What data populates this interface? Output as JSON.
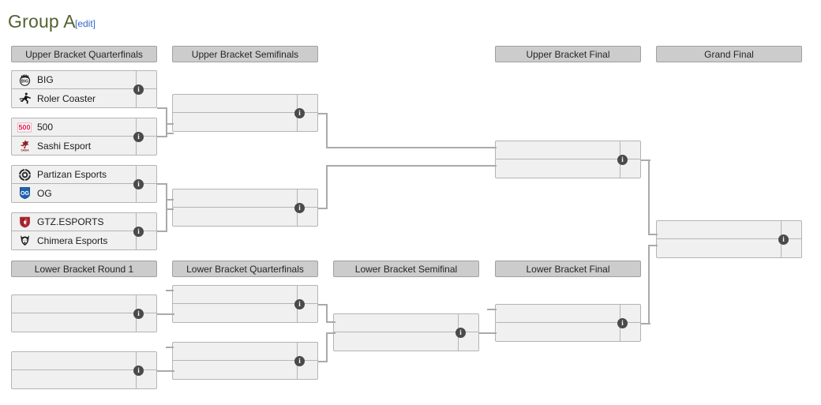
{
  "title": "Group A",
  "edit_label": "[edit]",
  "colors": {
    "title": "#54622e",
    "link": "#3366cc",
    "header_bg": "#cccccc",
    "header_border": "#a0a0a0",
    "match_bg": "#f0f0f0",
    "match_border": "#b4b4b4",
    "connector": "#aaaaaa",
    "info_bubble": "#4a4a4a"
  },
  "info_icon_glyph": "i",
  "rounds": {
    "ubqf": "Upper Bracket Quarterfinals",
    "ubsf": "Upper Bracket Semifinals",
    "ubf": "Upper Bracket Final",
    "gf": "Grand Final",
    "lbr1": "Lower Bracket Round 1",
    "lbqf": "Lower Bracket Quarterfinals",
    "lbsf": "Lower Bracket Semifinal",
    "lbf": "Lower Bracket Final"
  },
  "matches": {
    "ubqf1": {
      "top": {
        "name": "BIG",
        "score": "",
        "logo": "big-logo"
      },
      "bottom": {
        "name": "Roler Coaster",
        "score": "",
        "logo": "roler-coaster-logo"
      }
    },
    "ubqf2": {
      "top": {
        "name": "500",
        "score": "",
        "logo": "five-hundred-logo"
      },
      "bottom": {
        "name": "Sashi Esport",
        "score": "",
        "logo": "sashi-esport-logo"
      }
    },
    "ubqf3": {
      "top": {
        "name": "Partizan Esports",
        "score": "",
        "logo": "partizan-esports-logo"
      },
      "bottom": {
        "name": "OG",
        "score": "",
        "logo": "og-logo"
      }
    },
    "ubqf4": {
      "top": {
        "name": "GTZ.ESPORTS",
        "score": "",
        "logo": "gtz-esports-logo"
      },
      "bottom": {
        "name": "Chimera Esports",
        "score": "",
        "logo": "chimera-esports-logo"
      }
    },
    "ubsf1": {
      "top": {
        "name": "",
        "score": "",
        "logo": ""
      },
      "bottom": {
        "name": "",
        "score": "",
        "logo": ""
      }
    },
    "ubsf2": {
      "top": {
        "name": "",
        "score": "",
        "logo": ""
      },
      "bottom": {
        "name": "",
        "score": "",
        "logo": ""
      }
    },
    "ubf": {
      "top": {
        "name": "",
        "score": "",
        "logo": ""
      },
      "bottom": {
        "name": "",
        "score": "",
        "logo": ""
      }
    },
    "gf": {
      "top": {
        "name": "",
        "score": "",
        "logo": ""
      },
      "bottom": {
        "name": "",
        "score": "",
        "logo": ""
      }
    },
    "lbr1a": {
      "top": {
        "name": "",
        "score": "",
        "logo": ""
      },
      "bottom": {
        "name": "",
        "score": "",
        "logo": ""
      }
    },
    "lbr1b": {
      "top": {
        "name": "",
        "score": "",
        "logo": ""
      },
      "bottom": {
        "name": "",
        "score": "",
        "logo": ""
      }
    },
    "lbqf1": {
      "top": {
        "name": "",
        "score": "",
        "logo": ""
      },
      "bottom": {
        "name": "",
        "score": "",
        "logo": ""
      }
    },
    "lbqf2": {
      "top": {
        "name": "",
        "score": "",
        "logo": ""
      },
      "bottom": {
        "name": "",
        "score": "",
        "logo": ""
      }
    },
    "lbsf": {
      "top": {
        "name": "",
        "score": "",
        "logo": ""
      },
      "bottom": {
        "name": "",
        "score": "",
        "logo": ""
      }
    },
    "lbf": {
      "top": {
        "name": "",
        "score": "",
        "logo": ""
      },
      "bottom": {
        "name": "",
        "score": "",
        "logo": ""
      }
    }
  }
}
